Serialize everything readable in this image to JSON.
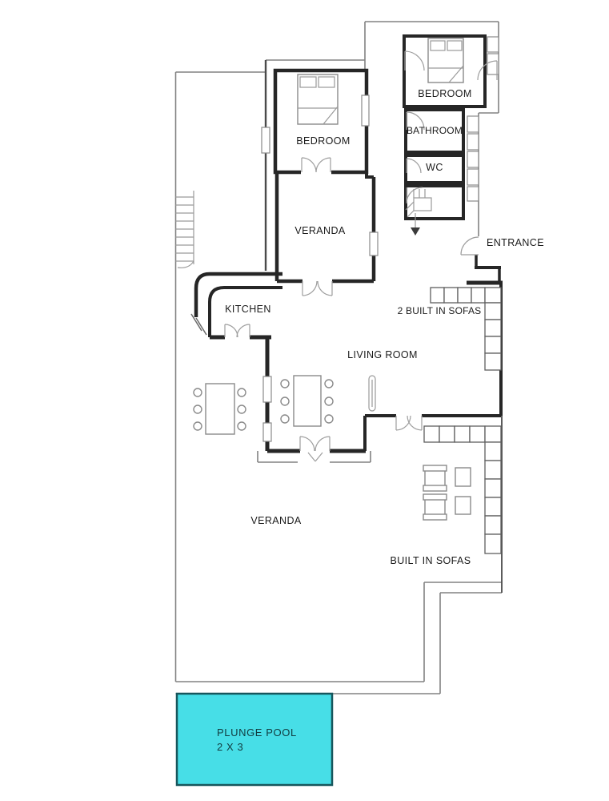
{
  "rooms": {
    "bedroom_upper": {
      "label": "BEDROOM"
    },
    "bathroom": {
      "label": "BATHROOM"
    },
    "wc": {
      "label": "WC"
    },
    "entrance": {
      "label": "ENTRANCE"
    },
    "bedroom_main": {
      "label": "BEDROOM"
    },
    "veranda_upper": {
      "label": "VERANDA"
    },
    "kitchen": {
      "label": "KITCHEN"
    },
    "built_in_sofas_upper": {
      "label": "2 BUILT IN SOFAS"
    },
    "living_room": {
      "label": "LIVING ROOM"
    },
    "veranda_lower": {
      "label": "VERANDA"
    },
    "built_in_sofas_lower": {
      "label": "BUILT IN SOFAS"
    }
  },
  "pool": {
    "label": "PLUNGE POOL",
    "size": "2 X 3",
    "fill": "#47DEE7",
    "border": "#17565C"
  },
  "colors": {
    "wall": "#262626",
    "boundary": "#828282",
    "label_text": "#1B1B1B",
    "pool_text": "#123C40"
  }
}
